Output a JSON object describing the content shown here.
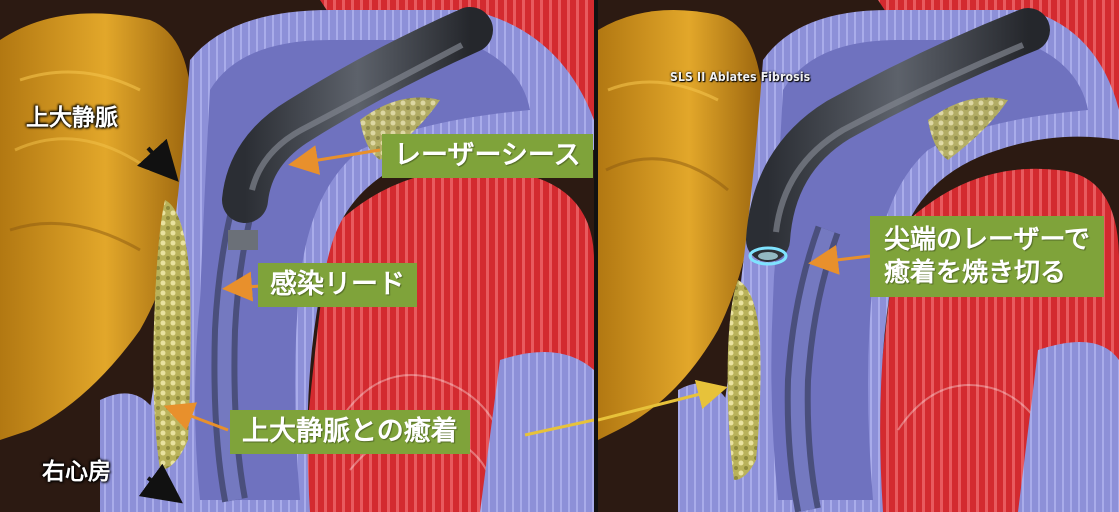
{
  "left_panel": {
    "label_svc": "上大静脈",
    "label_ra": "右心房",
    "label_sheath": "レーザーシース",
    "label_lead": "感染リード",
    "label_adhesion": "上大静脈との癒着"
  },
  "right_panel": {
    "caption": "SLS II Ablates Fibrosis",
    "label_laser_line1": "尖端のレーザーで",
    "label_laser_line2": "癒着を焼き切る"
  },
  "colors": {
    "label_green": "#7fa33a",
    "vessel_blue": "#8c8fd6",
    "muscle_red": "#d8262d",
    "fat_yellow": "#d49a1f",
    "arrow_orange": "#e8902c",
    "arrow_yellow": "#e7c23a",
    "sheath_dark": "#3a3d44"
  }
}
